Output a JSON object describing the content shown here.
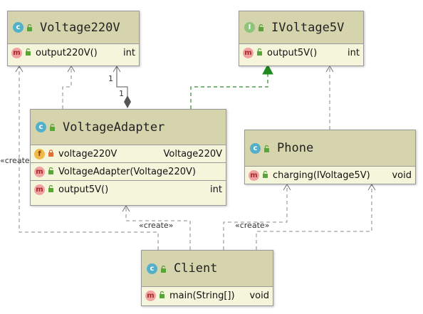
{
  "classes": {
    "voltage220v": {
      "kind_icon": "class-icon",
      "title": "Voltage220V",
      "methods": [
        {
          "icon": "method-icon",
          "name": "output220V()",
          "type": "int"
        }
      ]
    },
    "ivoltage5v": {
      "kind_icon": "interface-icon",
      "title": "IVoltage5V",
      "methods": [
        {
          "icon": "method-icon",
          "name": "output5V()",
          "type": "int"
        }
      ]
    },
    "voltage_adapter": {
      "kind_icon": "class-icon",
      "title": "VoltageAdapter",
      "fields": [
        {
          "icon": "field-icon",
          "name": "voltage220V",
          "type": "Voltage220V"
        }
      ],
      "constructors": [
        {
          "icon": "method-icon",
          "name": "VoltageAdapter(Voltage220V)"
        }
      ],
      "methods": [
        {
          "icon": "method-icon",
          "name": "output5V()",
          "type": "int"
        }
      ]
    },
    "phone": {
      "kind_icon": "class-icon",
      "title": "Phone",
      "methods": [
        {
          "icon": "method-icon",
          "name": "charging(IVoltage5V)",
          "type": "void"
        }
      ]
    },
    "client": {
      "kind_icon": "class-icon",
      "title": "Client",
      "methods": [
        {
          "icon": "method-icon",
          "name": "main(String[])",
          "type": "void"
        }
      ]
    }
  },
  "relations": {
    "composition": {
      "from": "VoltageAdapter",
      "to": "Voltage220V",
      "mult_source": "1",
      "mult_target": "1"
    },
    "realization": {
      "from": "VoltageAdapter",
      "to": "IVoltage5V"
    },
    "phone_realization": {
      "from": "Phone",
      "to": "IVoltage5V"
    },
    "dep_adapter": {
      "from": "VoltageAdapter",
      "to": "Voltage220V"
    },
    "create_voltage220v": {
      "from": "Client",
      "to": "Voltage220V",
      "label": "«create»"
    },
    "create_adapter": {
      "from": "Client",
      "to": "VoltageAdapter",
      "label": "«create»"
    },
    "create_phone": {
      "from": "Client",
      "to": "Phone",
      "label": "«create»"
    },
    "use_phone": {
      "from": "Client",
      "to": "Phone"
    }
  },
  "colors": {
    "header": "#d6d4ac",
    "body": "#f5f5dc",
    "realization_line": "#2e8b2e",
    "dependency_line": "#888888"
  }
}
